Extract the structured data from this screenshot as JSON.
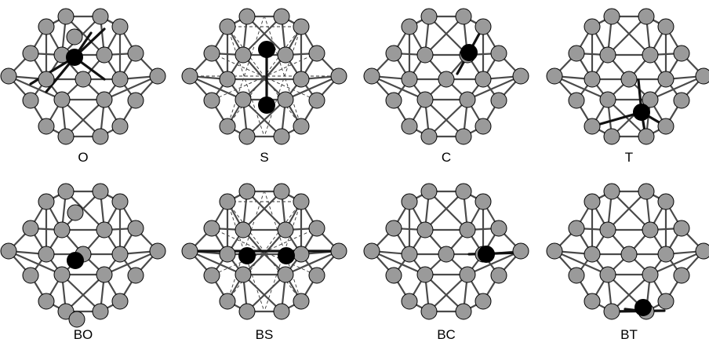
{
  "figure": {
    "panels": [
      {
        "label": "O",
        "config": "O"
      },
      {
        "label": "S",
        "config": "S"
      },
      {
        "label": "C",
        "config": "C"
      },
      {
        "label": "T",
        "config": "T"
      },
      {
        "label": "BO",
        "config": "BO"
      },
      {
        "label": "BS",
        "config": "BS"
      },
      {
        "label": "BC",
        "config": "BC"
      },
      {
        "label": "BT",
        "config": "BT"
      }
    ]
  },
  "colors": {
    "host_atom": "#9a9a9a",
    "impurity_atom": "#000000",
    "bond": "#4a4a4a",
    "outline": "#000000"
  }
}
